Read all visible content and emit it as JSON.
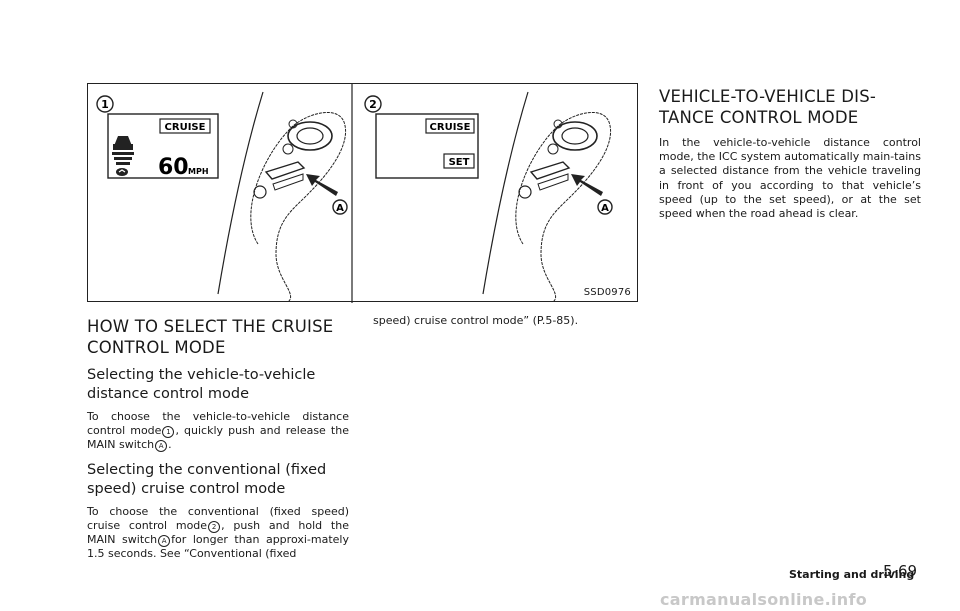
{
  "figure": {
    "caption": "SSD0976",
    "panel1": {
      "number": "1",
      "cruise": "CRUISE",
      "speed": "60",
      "unit": "MPH",
      "callout": "A"
    },
    "panel2": {
      "number": "2",
      "cruise": "CRUISE",
      "set": "SET",
      "callout": "A"
    }
  },
  "left": {
    "heading": "HOW TO SELECT THE CRUISE CONTROL MODE",
    "sub1": "Selecting the vehicle-to-vehicle distance control mode",
    "p1": {
      "a": "To choose the vehicle-to-vehicle distance control mode",
      "m1": "1",
      "b": ", quickly push and release the MAIN switch",
      "m2": "A",
      "c": "."
    },
    "sub2": "Selecting the conventional (fixed speed) cruise control mode",
    "p2": {
      "a": "To choose the conventional (fixed speed) cruise control mode",
      "m1": "2",
      "b": ", push and hold the MAIN switch",
      "m2": "A",
      "c": "for longer than approxi-mately 1.5 seconds. See “Conventional (fixed"
    }
  },
  "middle": {
    "text": "speed) cruise control mode” (P.5-85)."
  },
  "right": {
    "heading": "VEHICLE-TO-VEHICLE DIS-TANCE CONTROL MODE",
    "text": "In the vehicle-to-vehicle distance control mode, the ICC system automatically main-tains a selected distance from the vehicle traveling in front of you according to that vehicle’s speed (up to the set speed), or at the set speed when the road ahead is clear."
  },
  "footer": {
    "section": "Starting and driving",
    "page": "5-69"
  },
  "watermark": "carmanualsonline.info"
}
